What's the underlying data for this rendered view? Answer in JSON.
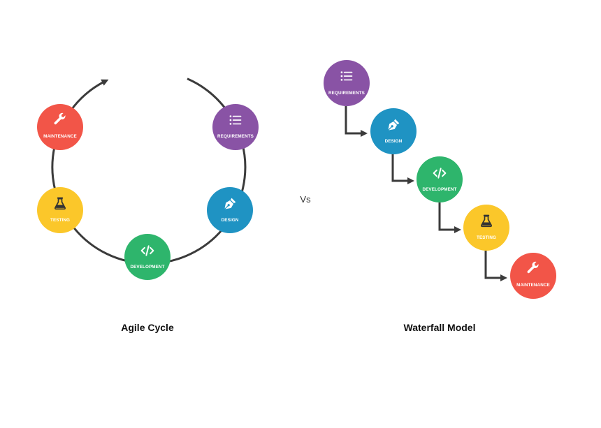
{
  "colors": {
    "requirements": "#8953a5",
    "design": "#1f93c3",
    "development": "#2eb56c",
    "testing": "#fbc72a",
    "maintenance": "#f25548",
    "connector": "#3b3b3b"
  },
  "agile": {
    "title": "Agile Cycle",
    "nodes": {
      "maintenance": {
        "label": "MAINTENANCE",
        "icon": "wrench-icon"
      },
      "requirements": {
        "label": "REQUIREMENTS",
        "icon": "list-icon"
      },
      "design": {
        "label": "DESIGN",
        "icon": "pen-nib-icon"
      },
      "development": {
        "label": "DEVELOPMENT",
        "icon": "code-icon"
      },
      "testing": {
        "label": "TESTING",
        "icon": "flask-icon"
      }
    }
  },
  "vs_text": "Vs",
  "waterfall": {
    "title": "Waterfall Model",
    "nodes": {
      "requirements": {
        "label": "REQUIREMENTS",
        "icon": "list-icon"
      },
      "design": {
        "label": "DESIGN",
        "icon": "pen-nib-icon"
      },
      "development": {
        "label": "DEVELOPMENT",
        "icon": "code-icon"
      },
      "testing": {
        "label": "TESTING",
        "icon": "flask-icon"
      },
      "maintenance": {
        "label": "MAINTENANCE",
        "icon": "wrench-icon"
      }
    }
  }
}
